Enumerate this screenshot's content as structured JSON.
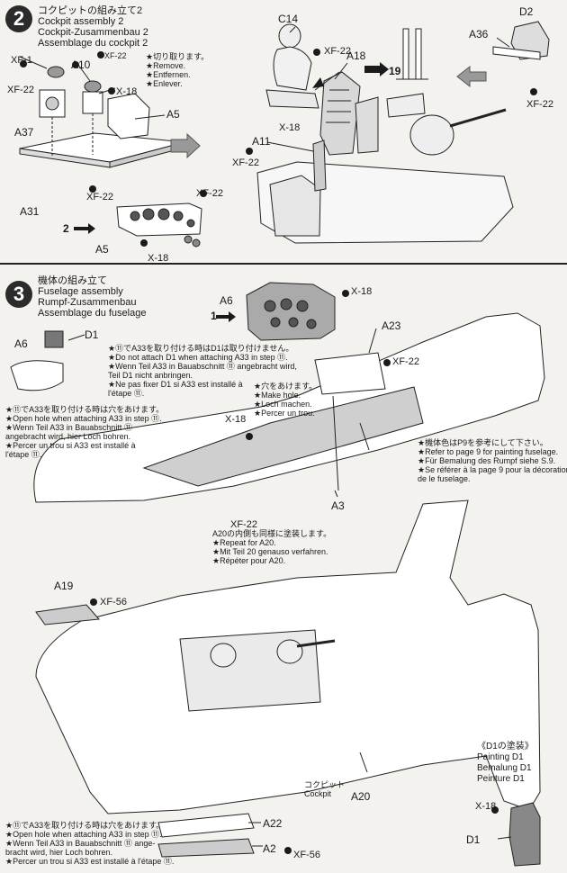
{
  "step2": {
    "number": "2",
    "title_jp": "コクピットの組み立て2",
    "title_en": "Cockpit assembly 2",
    "title_de": "Cockpit-Zusammenbau 2",
    "title_fr": "Assemblage du cockpit 2",
    "cut_note": [
      "★切り取ります。",
      "★Remove.",
      "★Entfernen.",
      "★Enlever."
    ],
    "labels": {
      "xf1": "XF-1",
      "a10": "A10",
      "xf22_a": "XF-22",
      "x18_a": "X-18",
      "xf22_b": "XF-22",
      "a37": "A37",
      "a5_a": "A5",
      "a31": "A31",
      "xf22_c": "XF-22",
      "two": "2",
      "a5_b": "A5",
      "x18_b": "X-18",
      "xf22_d": "XF-22",
      "c14": "C14",
      "xf22_e": "XF-22",
      "a18": "A18",
      "nineteen": "19",
      "x18_c": "X-18",
      "a11": "A11",
      "xf22_f": "XF-22",
      "d2": "D2",
      "a36": "A36",
      "xf22_g": "XF-22"
    }
  },
  "step3": {
    "number": "3",
    "title_jp": "機体の組み立て",
    "title_en": "Fuselage assembly",
    "title_de": "Rumpf-Zusammenbau",
    "title_fr": "Assemblage du fuselage",
    "labels": {
      "a6_a": "A6",
      "x18_a": "X-18",
      "one": "1",
      "a6_b": "A6",
      "d1": "D1",
      "a23": "A23",
      "xf22_a": "XF-22",
      "x18_b": "X-18",
      "a3": "A3",
      "xf22_b": "XF-22",
      "a19": "A19",
      "xf56_a": "XF-56",
      "a20": "A20",
      "cockpit_jp": "コクピット",
      "cockpit_en": "Cockpit",
      "a22": "A22",
      "a2": "A2",
      "xf56_b": "XF-56",
      "x18_c": "X-18",
      "d1_b": "D1"
    },
    "note_d1": [
      "★⑪でA33を取り付ける時はD1は取り付けません。",
      "★Do not attach D1 when attaching A33 in step ⑪.",
      "★Wenn Teil A33 in Bauabschnitt ⑪ angebracht wird,",
      "  Teil D1 nicht anbringen.",
      "★Ne pas fixer D1 si A33 est installé à",
      "  l'étape ⑪."
    ],
    "note_hole_left": [
      "★⑪でA33を取り付ける時は穴をあけます。",
      "★Open hole when attaching A33 in step ⑪.",
      "★Wenn Teil A33 in Bauabschnitt ⑪",
      "  angebracht wird, hier Loch bohren.",
      "★Percer un trou si A33 est installé à",
      "  l'étape ⑪."
    ],
    "note_make_hole": [
      "★穴をあけます。",
      "★Make hole.",
      "★Loch machen.",
      "★Percer un trou."
    ],
    "note_paint": [
      "★機体色はP9を参考にして下さい。",
      "★Refer to page 9 for painting fuselage.",
      "★Für Bemalung des Rumpf siehe S.9.",
      "★Se référer à la page 9 pour la décoration",
      "  de le fuselage."
    ],
    "note_repeat": [
      "A20の内側も同様に塗装します。",
      "★Repeat for A20.",
      "★Mit Teil 20 genauso verfahren.",
      "★Répéter pour A20."
    ],
    "note_hole_bottom": [
      "★⑪でA33を取り付ける時は穴をあけます。",
      "★Open hole when attaching A33 in step ⑪.",
      "★Wenn Teil A33 in Bauabschnitt ⑪ ange-",
      "  bracht wird, hier Loch bohren.",
      "★Percer un trou si A33 est installé à l'étape ⑪."
    ],
    "d1_painting": {
      "title_jp": "《D1の塗装》",
      "en": "Painting D1",
      "de": "Bemalung D1",
      "fr": "Peinture D1"
    }
  }
}
